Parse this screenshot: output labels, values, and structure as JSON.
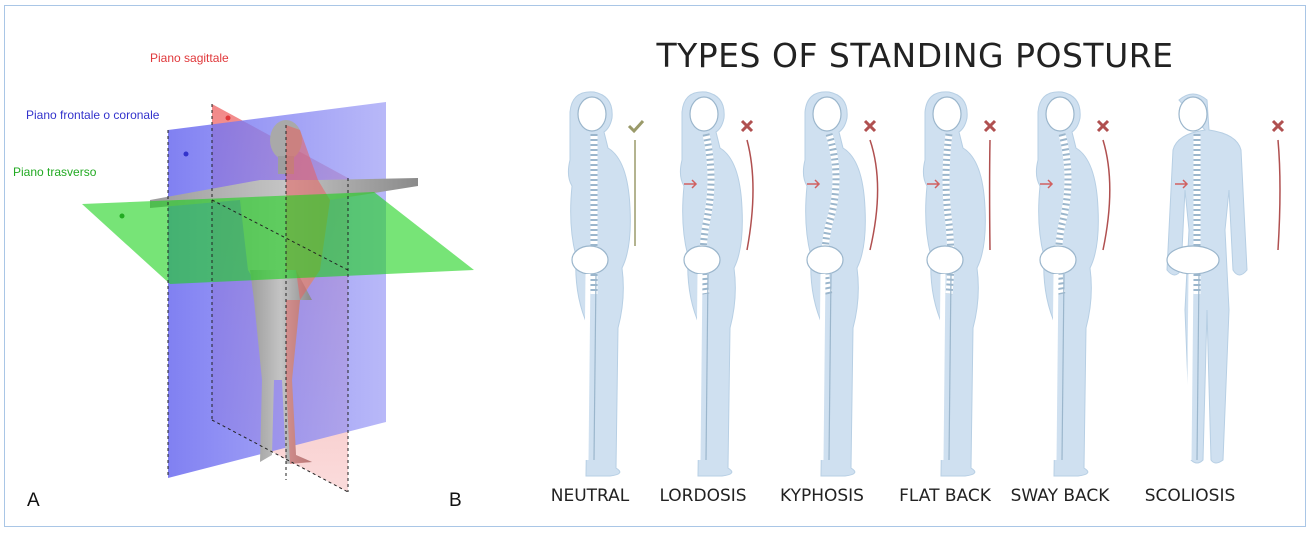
{
  "panel_a": {
    "letter": "A",
    "planes": {
      "sagittal": "Piano sagittale",
      "frontal": "Piano frontale o coronale",
      "transverse": "Piano trasverso"
    },
    "colors": {
      "sagittal": "#e0383b",
      "frontal": "#3333cc",
      "transverse": "#22aa22"
    }
  },
  "panel_b": {
    "letter": "B",
    "title": "TYPES OF STANDING POSTURE",
    "postures": [
      {
        "label": "NEUTRAL",
        "marker": "check"
      },
      {
        "label": "LORDOSIS",
        "marker": "cross"
      },
      {
        "label": "KYPHOSIS",
        "marker": "cross"
      },
      {
        "label": "FLAT BACK",
        "marker": "cross"
      },
      {
        "label": "SWAY BACK",
        "marker": "cross"
      },
      {
        "label": "SCOLIOSIS",
        "marker": "cross"
      }
    ],
    "colors": {
      "body": "#cfe0f0",
      "bone": "#ffffff",
      "bone_stroke": "#9bb6cc",
      "check": "#9a9a6a",
      "cross": "#b05050"
    }
  }
}
